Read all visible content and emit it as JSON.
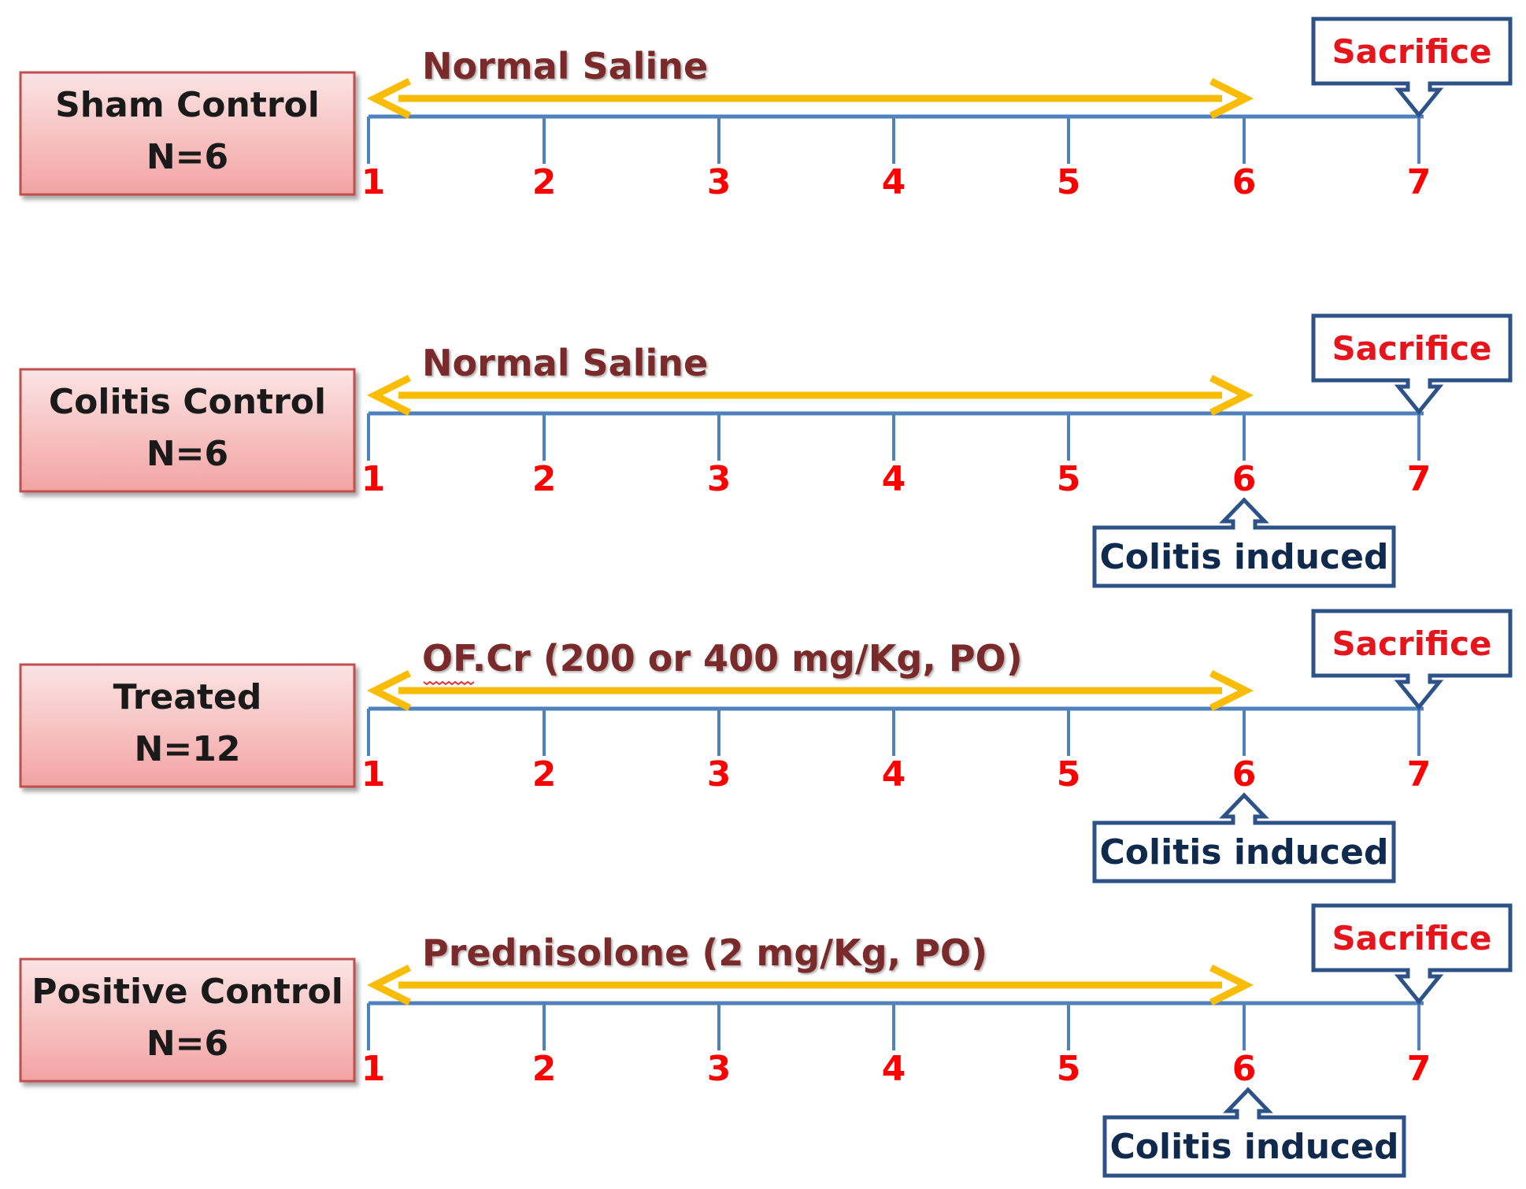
{
  "colors": {
    "group_box_fill_top": "#fbe4e4",
    "group_box_fill_bottom": "#f3a3a3",
    "group_box_border": "#c0504d",
    "timeline": "#4f81bd",
    "treatment_arrow": "#fbbc05",
    "treatment_text": "#7a2c2c",
    "day_label": "#ff0000",
    "sacrifice_text": "#e8141c",
    "callout_border": "#2c5287",
    "colitis_text": "#102a4e"
  },
  "days": [
    "1",
    "2",
    "3",
    "4",
    "5",
    "6",
    "7"
  ],
  "rows": [
    {
      "group_name": "Sham Control",
      "group_n": "N=6",
      "treatment": "Normal Saline",
      "sacrifice_label": "Sacrifice",
      "colitis_label": ""
    },
    {
      "group_name": "Colitis Control",
      "group_n": "N=6",
      "treatment": "Normal Saline",
      "sacrifice_label": "Sacrifice",
      "colitis_label": "Colitis induced"
    },
    {
      "group_name": "Treated",
      "group_n": "N=12",
      "treatment": "OF.Cr (200 or 400 mg/Kg, PO)",
      "sacrifice_label": "Sacrifice",
      "colitis_label": "Colitis induced"
    },
    {
      "group_name": "Positive Control",
      "group_n": "N=6",
      "treatment": "Prednisolone (2 mg/Kg, PO)",
      "sacrifice_label": "Sacrifice",
      "colitis_label": "Colitis induced"
    }
  ]
}
